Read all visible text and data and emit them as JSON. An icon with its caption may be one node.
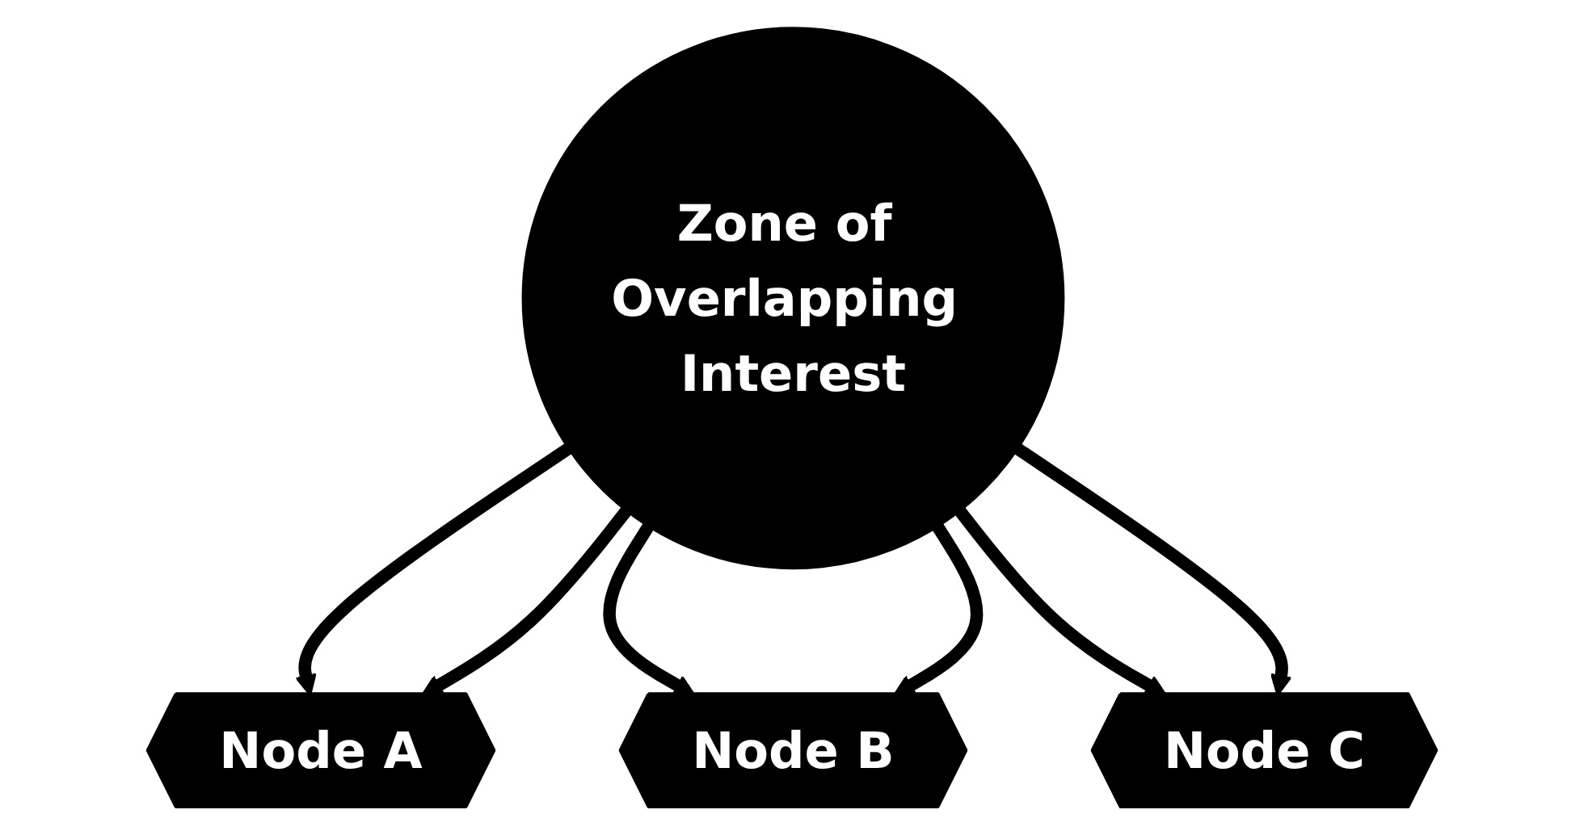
{
  "diagram": {
    "nodes": [
      {
        "text": [
          "Zone of Overlapping Interest"
        ]
      },
      {
        "text": [
          "Node A"
        ]
      },
      {
        "text": [
          "Node B"
        ]
      },
      {
        "text": [
          "Node C"
        ]
      }
    ],
    "edges": [
      {
        "from": 0,
        "to": 1,
        "arrow": "to"
      },
      {
        "from": 0,
        "to": 1,
        "arrow": "to"
      },
      {
        "from": 0,
        "to": 2,
        "arrow": "to"
      },
      {
        "from": 0,
        "to": 2,
        "arrow": "to"
      },
      {
        "from": 0,
        "to": 3,
        "arrow": "to"
      },
      {
        "from": 0,
        "to": 3,
        "arrow": "to"
      }
    ]
  }
}
